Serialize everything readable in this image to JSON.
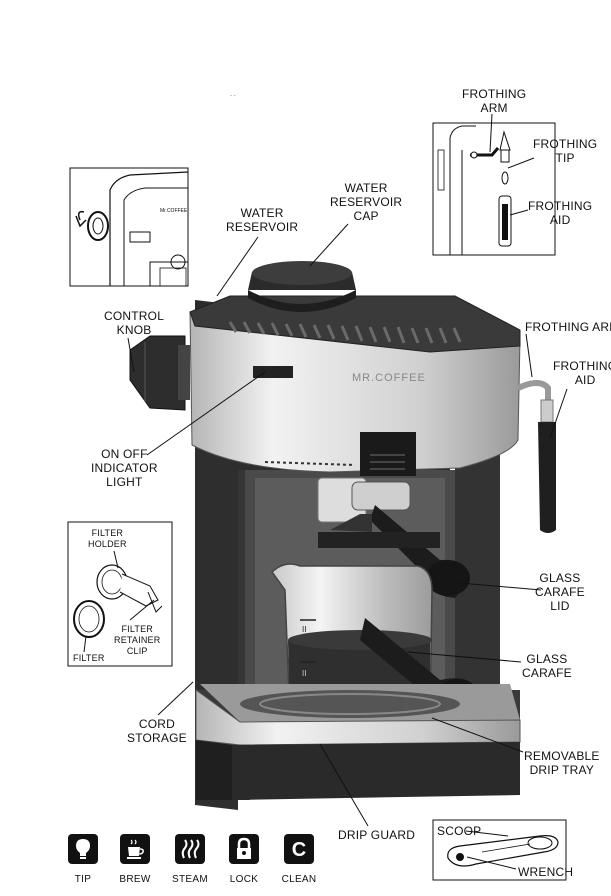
{
  "brand_text": "MR.COFFEE",
  "labels": {
    "frothing_arm_top": [
      "Frothing",
      "Arm"
    ],
    "frothing_tip": [
      "Frothing",
      "Tip"
    ],
    "frothing_aid_top": [
      "Frothing",
      "Aid"
    ],
    "water_reservoir": [
      "Water",
      "Reservoir"
    ],
    "water_reservoir_cap": [
      "Water",
      "Reservoir",
      "Cap"
    ],
    "control_knob": [
      "Control",
      "Knob"
    ],
    "frothing_arm": [
      "Frothing Arm"
    ],
    "frothing_aid": [
      "Frothing",
      "Aid"
    ],
    "on_off_light": [
      "On Off",
      "Indicator",
      "Light"
    ],
    "filter_holder": [
      "Filter",
      "Holder"
    ],
    "filter_retainer_clip": [
      "Filter",
      "Retainer",
      "Clip"
    ],
    "filter": [
      "Filter"
    ],
    "glass_carafe_lid": [
      "Glass",
      "Carafe",
      "Lid"
    ],
    "glass_carafe": [
      "Glass",
      "Carafe"
    ],
    "cord_storage": [
      "Cord",
      "Storage"
    ],
    "removable_drip_tray": [
      "Removable",
      "Drip Tray"
    ],
    "drip_guard": [
      "Drip Guard"
    ],
    "scoop": [
      "Scoop"
    ],
    "wrench": [
      "Wrench"
    ]
  },
  "legend": [
    {
      "icon": "lightbulb-icon",
      "label": "Tip"
    },
    {
      "icon": "coffee-cup-icon",
      "label": "Brew"
    },
    {
      "icon": "steam-icon",
      "label": "Steam"
    },
    {
      "icon": "lock-icon",
      "label": "Lock"
    },
    {
      "icon": "clean-c-icon",
      "label": "Clean"
    }
  ],
  "colors": {
    "body_dark": "#3b3b3b",
    "body_black": "#1e1e1e",
    "steel": "#c9c9c9",
    "steel_light": "#e6e6e6",
    "glass": "#d9d9d9"
  }
}
